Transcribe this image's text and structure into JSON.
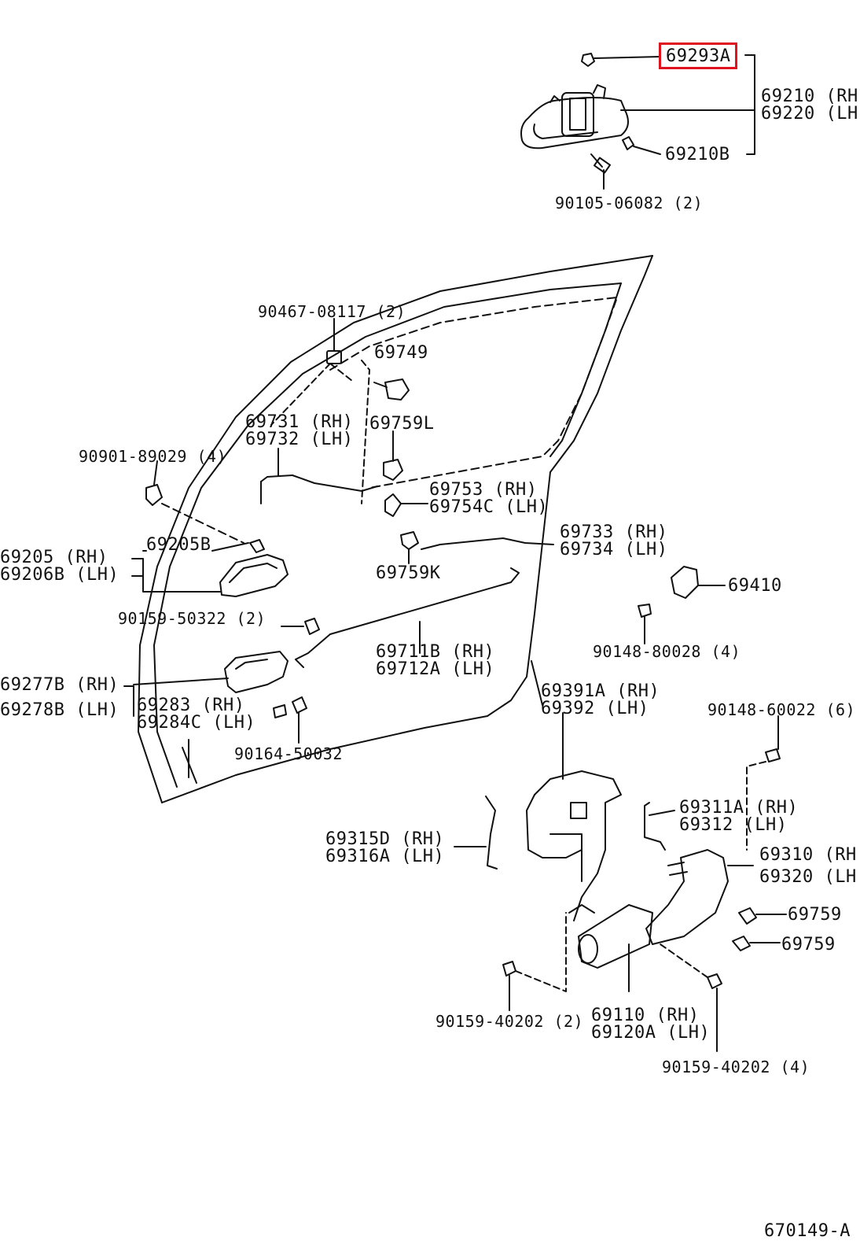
{
  "highlight_color": "#e0141e",
  "line_color": "#111111",
  "labels": {
    "p69293a": "69293A",
    "p69210_rh": "69210 (RH",
    "p69220_lh": "69220 (LH",
    "p69210b": "69210B",
    "p90105": "90105-06082 (2)",
    "p90467": "90467-08117 (2)",
    "p69749": "69749",
    "p69731": "69731 (RH)",
    "p69732": "69732 (LH)",
    "p69759l": "69759L",
    "p90901": "90901-89029 (4)",
    "p69753": "69753  (RH)",
    "p69754c": "69754C (LH)",
    "p69205": "69205  (RH)",
    "p69206b": "69206B (LH)",
    "p69205b": "69205B",
    "p69733": "69733 (RH)",
    "p69734": "69734 (LH)",
    "p69759k": "69759K",
    "p69410": "69410",
    "p90159_50322": "90159-50322 (2)",
    "p90148_80028": "90148-80028 (4)",
    "p69711b": "69711B (RH)",
    "p69712a": "69712A (LH)",
    "p69277b": "69277B (RH)",
    "p69278b": "69278B (LH)",
    "p69283": "69283  (RH)",
    "p69284c": "69284C (LH)",
    "p90164": "90164-50032",
    "p69391a": "69391A (RH)",
    "p69392": "69392  (LH)",
    "p90148_60022": "90148-60022 (6)",
    "p69311a": "69311A (RH)",
    "p69312": "69312  (LH)",
    "p69315d": "69315D (RH)",
    "p69316a": "69316A (LH)",
    "p69310": "69310 (RH",
    "p69320": "69320 (LH",
    "p69759_a": "69759",
    "p69759_b": "69759",
    "p90159_40202_a": "90159-40202 (2)",
    "p69110": "69110  (RH)",
    "p69120a": "69120A (LH)",
    "p90159_40202_b": "90159-40202 (4)",
    "fig_code": "670149-A"
  }
}
